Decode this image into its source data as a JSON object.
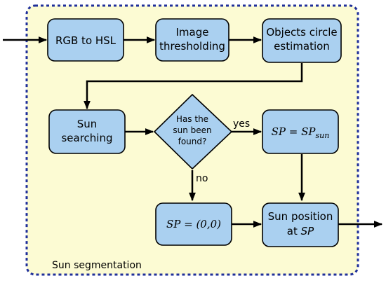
{
  "container": {
    "label": "Sun segmentation"
  },
  "nodes": {
    "rgb_to_hsl": {
      "label": "RGB to HSL"
    },
    "image_thresholding": {
      "line1": "Image",
      "line2": "thresholding"
    },
    "objects_circle": {
      "line1": "Objects circle",
      "line2": "estimation"
    },
    "sun_searching": {
      "line1": "Sun",
      "line2": "searching"
    },
    "decision": {
      "line1": "Has the",
      "line2": "sun been",
      "line3": "found?"
    },
    "sp_sun": {
      "lhs": "SP",
      "eq": " = ",
      "rhs": "SP",
      "sub": "sun"
    },
    "sp_zero": {
      "lhs": "SP",
      "rest": " = (0,0)"
    },
    "sun_position": {
      "line1": "Sun position",
      "line2_prefix": "at ",
      "line2_var": "SP"
    }
  },
  "edges": {
    "yes_label": "yes",
    "no_label": "no"
  }
}
